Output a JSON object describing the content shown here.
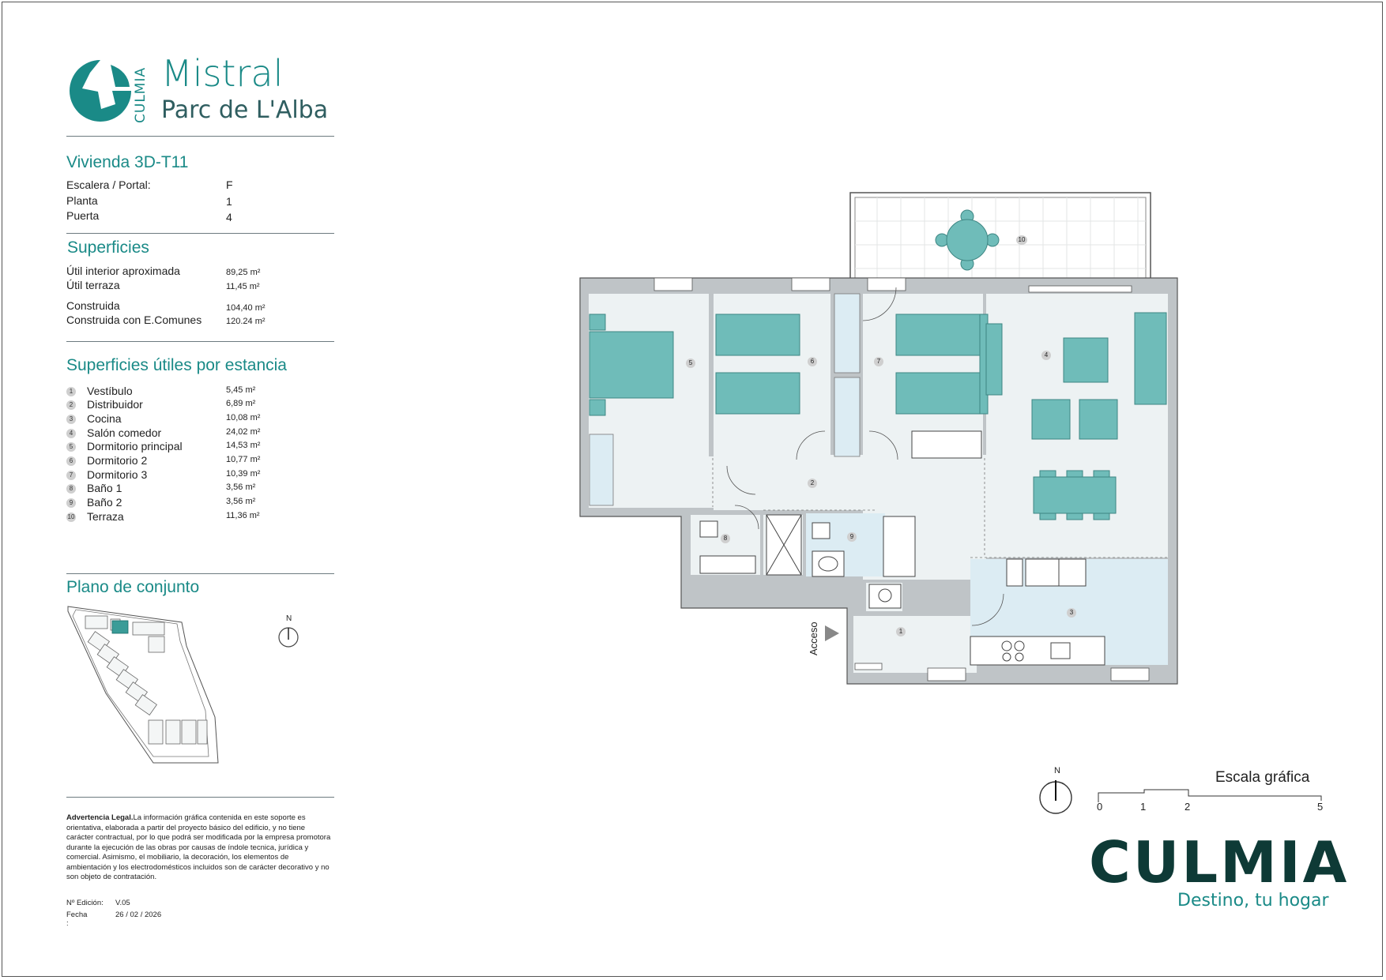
{
  "brand": {
    "culmia_vertical": "CULMIA",
    "project_line1": "Mistral",
    "project_line2": "Parc de L'Alba",
    "big_logo": "CULMIA",
    "tagline": "Destino, tu hogar"
  },
  "unit": {
    "title": "Vivienda 3D-T11",
    "fields": [
      {
        "label": "Escalera / Portal:",
        "value": "F"
      },
      {
        "label": "Planta",
        "value": "1"
      },
      {
        "label": "Puerta",
        "value": "4"
      }
    ]
  },
  "surfaces": {
    "title": "Superficies",
    "rows": [
      {
        "label": "Útil interior aproximada",
        "value": "89,25 m²"
      },
      {
        "label": "Útil terraza",
        "value": "11,45 m²"
      },
      {
        "label": "Construida",
        "value": "104,40 m²"
      },
      {
        "label": "Construida con E.Comunes",
        "value": "120.24 m²"
      }
    ]
  },
  "rooms": {
    "title": "Superficies útiles por estancia",
    "items": [
      {
        "num": "1",
        "name": "Vestíbulo",
        "area": "5,45 m²"
      },
      {
        "num": "2",
        "name": "Distribuidor",
        "area": "6,89 m²"
      },
      {
        "num": "3",
        "name": "Cocina",
        "area": "10,08 m²"
      },
      {
        "num": "4",
        "name": "Salón comedor",
        "area": "24,02 m²"
      },
      {
        "num": "5",
        "name": "Dormitorio principal",
        "area": "14,53 m²"
      },
      {
        "num": "6",
        "name": "Dormitorio 2",
        "area": "10,77 m²"
      },
      {
        "num": "7",
        "name": "Dormitorio 3",
        "area": "10,39 m²"
      },
      {
        "num": "8",
        "name": "Baño 1",
        "area": "3,56 m²"
      },
      {
        "num": "9",
        "name": "Baño 2",
        "area": "3,56 m²"
      },
      {
        "num": "10",
        "name": "Terraza",
        "area": "11,36 m²"
      }
    ]
  },
  "site_plan": {
    "title": "Plano de conjunto",
    "north": "N"
  },
  "legal": {
    "heading": "Advertencia Legal.",
    "text": "La información gráfica contenida en este soporte es orientativa, elaborada a partir del proyecto básico del edificio, y no tiene carácter contractual, por lo que podrá ser modificada por la empresa promotora durante la ejecución de las obras por causas de índole tecnica, jurídica y comercial. Asimismo, el mobiliario, la decoración, los elementos de ambientación y los electrodomésticos incluidos son de carácter decorativo y no son objeto de contratación.",
    "edition_label": "Nº Edición:",
    "edition_value": "V.05",
    "date_label": "Fecha",
    "date_value": "26 / 02 / 2026",
    "colon": ":"
  },
  "plan": {
    "access_label": "Acceso",
    "room_markers": [
      "1",
      "2",
      "3",
      "4",
      "5",
      "6",
      "7",
      "8",
      "9",
      "10"
    ]
  },
  "scale": {
    "title": "Escala gráfica",
    "north": "N",
    "ticks": [
      "0",
      "1",
      "2",
      "5"
    ]
  },
  "colors": {
    "teal": "#1a8a87",
    "furniture": "#6fbcb9",
    "floor": "#edf2f3",
    "kitchen_floor": "#dcecf3",
    "wall": "#bfc4c7",
    "dark_brand": "#0e3a36"
  }
}
